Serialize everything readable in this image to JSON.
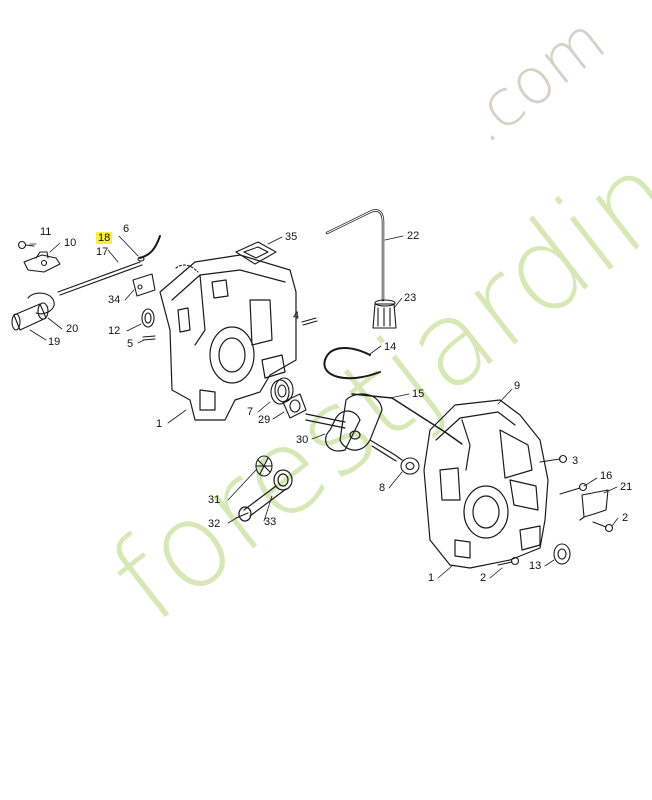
{
  "diagram": {
    "highlight_color": "#f7ef38",
    "line_color": "#1a1a1a",
    "labels": [
      {
        "text": "11"
      },
      {
        "text": "10"
      },
      {
        "text": "18"
      },
      {
        "text": "17"
      },
      {
        "text": "6"
      },
      {
        "text": "35"
      },
      {
        "text": "22"
      },
      {
        "text": "34"
      },
      {
        "text": "20"
      },
      {
        "text": "19"
      },
      {
        "text": "12"
      },
      {
        "text": "5"
      },
      {
        "text": "4"
      },
      {
        "text": "23"
      },
      {
        "text": "14"
      },
      {
        "text": "15"
      },
      {
        "text": "9"
      },
      {
        "text": "1"
      },
      {
        "text": "7"
      },
      {
        "text": "29"
      },
      {
        "text": "30"
      },
      {
        "text": "8"
      },
      {
        "text": "3"
      },
      {
        "text": "16"
      },
      {
        "text": "21"
      },
      {
        "text": "2"
      },
      {
        "text": "31"
      },
      {
        "text": "32"
      },
      {
        "text": "33"
      },
      {
        "text": "13"
      },
      {
        "text": "2"
      },
      {
        "text": "1"
      }
    ]
  },
  "watermark": {
    "text_main": "forestjardin",
    "text_suffix": ".com",
    "colors": {
      "green": "#d7e8b6",
      "orange": "#f4c98c",
      "gray": "#d6d1c8"
    }
  }
}
